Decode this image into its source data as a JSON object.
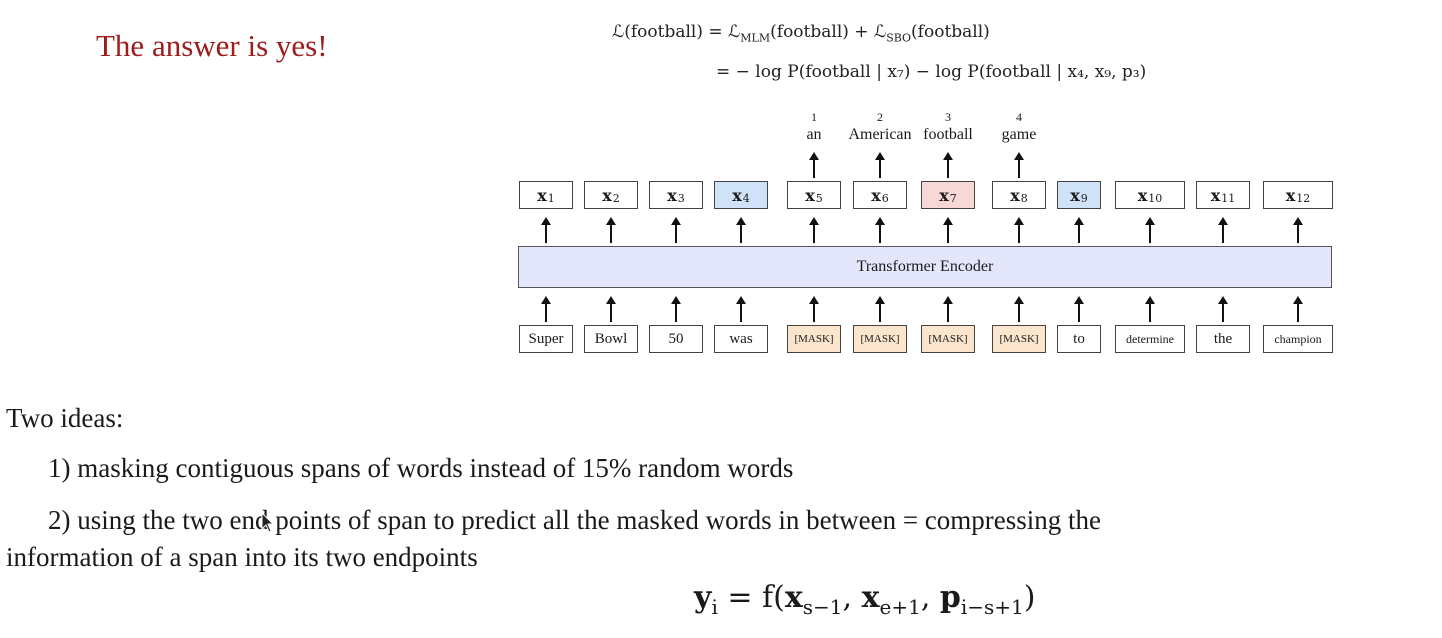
{
  "title": "The answer is yes!",
  "equation": {
    "line1_lhs": "ℒ(football) = ",
    "line1_rhs_a": "ℒ",
    "line1_rhs_a_sub": "MLM",
    "line1_rhs_a_arg": "(football) + ",
    "line1_rhs_b": "ℒ",
    "line1_rhs_b_sub": "SBO",
    "line1_rhs_b_arg": "(football)",
    "line2": "= − log P(football | x₇) − log P(football | x₄, x₉, p₃)"
  },
  "diagram": {
    "output_numbers": [
      "1",
      "2",
      "3",
      "4"
    ],
    "output_words": [
      "an",
      "American",
      "football",
      "game"
    ],
    "hidden_tokens": [
      {
        "sym": "x",
        "sub": "1",
        "color": "none"
      },
      {
        "sym": "x",
        "sub": "2",
        "color": "none"
      },
      {
        "sym": "x",
        "sub": "3",
        "color": "none"
      },
      {
        "sym": "x",
        "sub": "4",
        "color": "blue"
      },
      {
        "sym": "x",
        "sub": "5",
        "color": "none"
      },
      {
        "sym": "x",
        "sub": "6",
        "color": "none"
      },
      {
        "sym": "x",
        "sub": "7",
        "color": "pink"
      },
      {
        "sym": "x",
        "sub": "8",
        "color": "none"
      },
      {
        "sym": "x",
        "sub": "9",
        "color": "blue"
      },
      {
        "sym": "x",
        "sub": "10",
        "color": "none"
      },
      {
        "sym": "x",
        "sub": "11",
        "color": "none"
      },
      {
        "sym": "x",
        "sub": "12",
        "color": "none"
      }
    ],
    "encoder_label": "Transformer Encoder",
    "input_tokens": [
      "Super",
      "Bowl",
      "50",
      "was",
      "[MASK]",
      "[MASK]",
      "[MASK]",
      "[MASK]",
      "to",
      "determine",
      "the",
      "champion"
    ],
    "colors": {
      "blue": "#cfe2f7",
      "pink": "#f8d8d6",
      "mask": "#fbe6cd",
      "encoder": "#e4e6fb"
    }
  },
  "body": {
    "heading": "Two ideas:",
    "idea1": "1) masking contiguous spans of words instead of 15% random words",
    "idea2_line1": "2) using the two end points of span to predict all the masked words in between = compressing the",
    "idea2_line2": "information of a span into its two endpoints"
  },
  "formula": {
    "y": "y",
    "y_sub": "i",
    "eq": " = f(",
    "x1": "x",
    "x1_sub": "s−1",
    "comma1": ", ",
    "x2": "x",
    "x2_sub": "e+1",
    "comma2": ", ",
    "p": "p",
    "p_sub": "i−s+1",
    "close": ")"
  }
}
